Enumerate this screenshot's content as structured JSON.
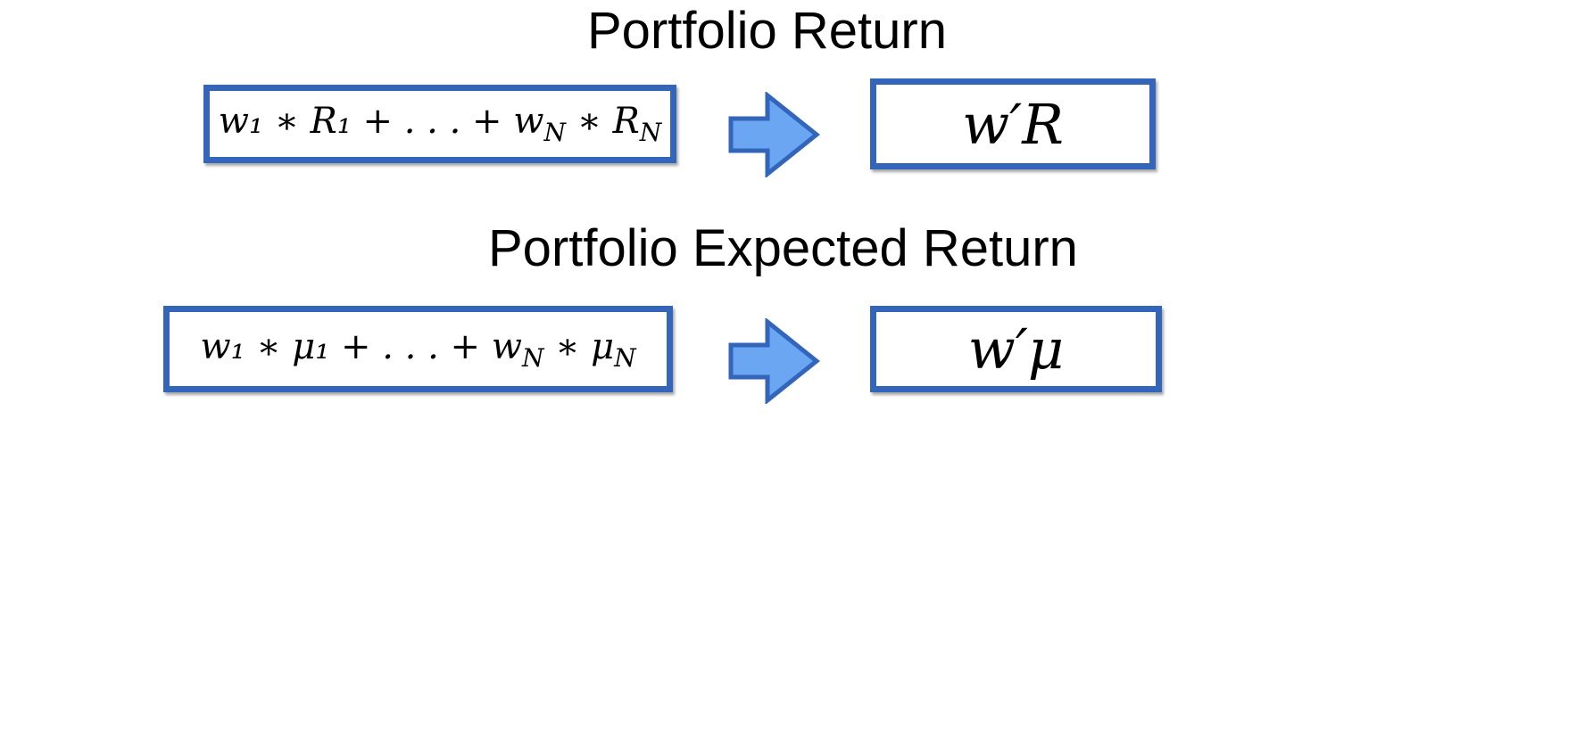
{
  "portfolio_return": {
    "title": "Portfolio Return",
    "expanded_formula": "w₁ ∗ R₁ + . . . + w_N ∗ R_N",
    "compact_formula": "w′R"
  },
  "portfolio_expected_return": {
    "title": "Portfolio Expected Return",
    "expanded_formula": "w₁ ∗ μ₁ + . . . + w_N ∗ μ_N",
    "compact_formula": "w′μ"
  },
  "colors": {
    "box_border": "#3366bb",
    "arrow_fill": "#6aa6f2",
    "arrow_stroke": "#3366bb"
  },
  "icons": [
    "right-arrow-icon",
    "right-arrow-icon"
  ]
}
